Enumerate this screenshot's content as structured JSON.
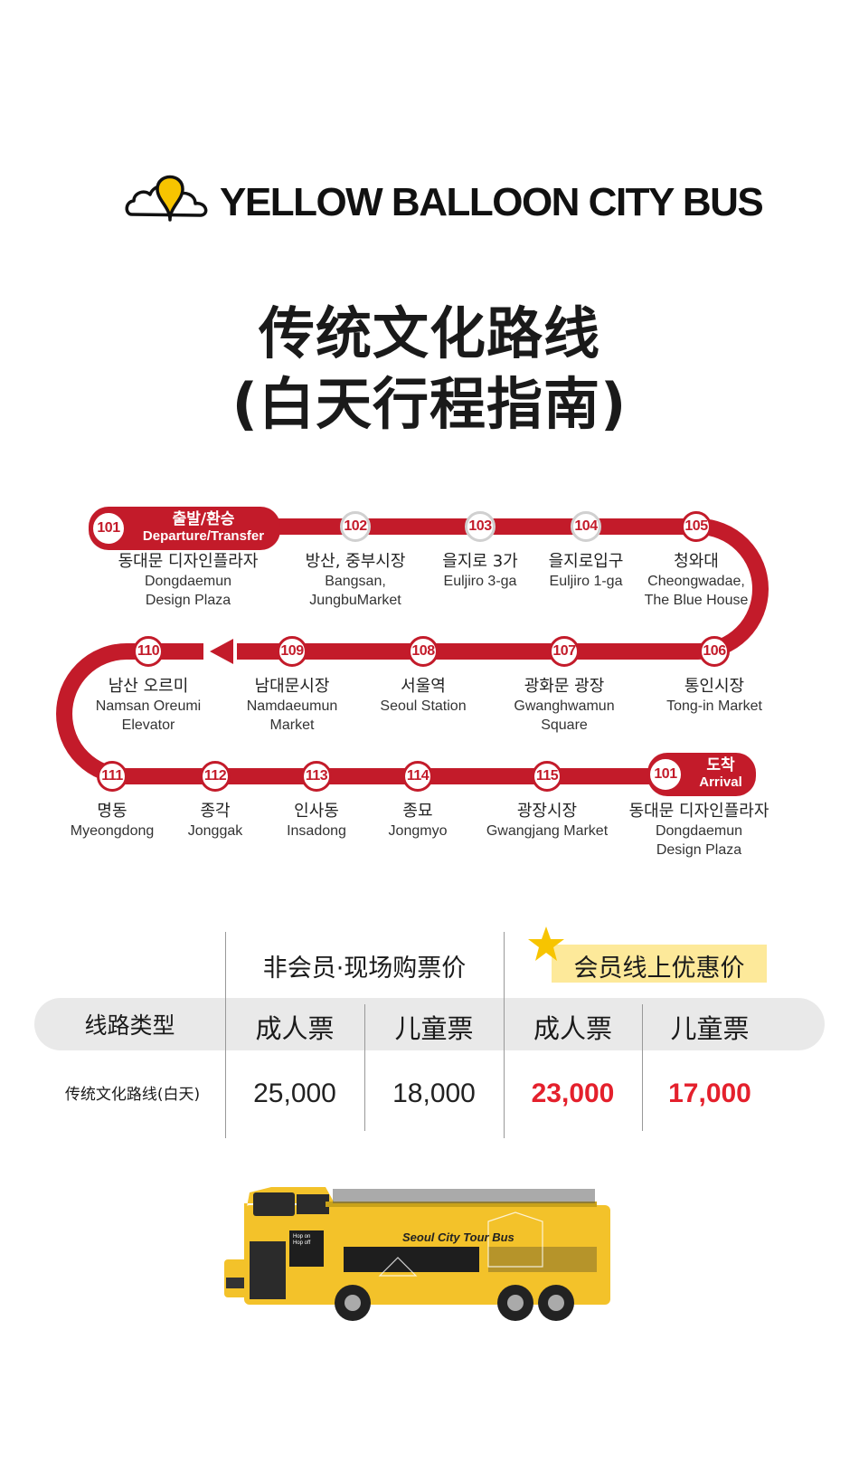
{
  "brand": {
    "name": "YELLOW BALLOON CITY BUS",
    "logo_icon": "balloon-cloud-icon"
  },
  "title": {
    "line1": "传统文化路线",
    "line2": "(白天行程指南)"
  },
  "route": {
    "start_badge": {
      "number": "101",
      "ko": "출발/환승",
      "en": "Departure/Transfer"
    },
    "end_badge": {
      "number": "101",
      "ko": "도착",
      "en": "Arrival"
    },
    "stops": [
      {
        "number": "101",
        "ko": "동대문 디자인플라자",
        "en1": "Dongdaemun",
        "en2": "Design Plaza"
      },
      {
        "number": "102",
        "ko": "방산, 중부시장",
        "en1": "Bangsan,",
        "en2": "JungbuMarket"
      },
      {
        "number": "103",
        "ko": "을지로 3가",
        "en1": "Euljiro 3-ga",
        "en2": ""
      },
      {
        "number": "104",
        "ko": "을지로입구",
        "en1": "Euljiro 1-ga",
        "en2": ""
      },
      {
        "number": "105",
        "ko": "청와대",
        "en1": "Cheongwadae,",
        "en2": "The Blue House"
      },
      {
        "number": "106",
        "ko": "통인시장",
        "en1": "Tong-in Market",
        "en2": ""
      },
      {
        "number": "107",
        "ko": "광화문 광장",
        "en1": "Gwanghwamun",
        "en2": "Square"
      },
      {
        "number": "108",
        "ko": "서울역",
        "en1": "Seoul Station",
        "en2": ""
      },
      {
        "number": "109",
        "ko": "남대문시장",
        "en1": "Namdaeumun",
        "en2": "Market"
      },
      {
        "number": "110",
        "ko": "남산 오르미",
        "en1": "Namsan Oreumi",
        "en2": "Elevator"
      },
      {
        "number": "111",
        "ko": "명동",
        "en1": "Myeongdong",
        "en2": ""
      },
      {
        "number": "112",
        "ko": "종각",
        "en1": "Jonggak",
        "en2": ""
      },
      {
        "number": "113",
        "ko": "인사동",
        "en1": "Insadong",
        "en2": ""
      },
      {
        "number": "114",
        "ko": "종묘",
        "en1": "Jongmyo",
        "en2": ""
      },
      {
        "number": "115",
        "ko": "광장시장",
        "en1": "Gwangjang Market",
        "en2": ""
      },
      {
        "number": "101",
        "ko": "동대문 디자인플라자",
        "en1": "Dongdaemun",
        "en2": "Design Plaza"
      }
    ],
    "colors": {
      "line": "#c31b2a",
      "inactive_ring": "#d0d0d0"
    }
  },
  "pricing": {
    "group_nonmember": "非会员·现场购票价",
    "group_member": "会员线上优惠价",
    "star_icon": "star-icon",
    "col_route_type": "线路类型",
    "col_adult": "成人票",
    "col_child": "儿童票",
    "row": {
      "name": "传统文化路线(白天)",
      "nonmember_adult": "25,000",
      "nonmember_child": "18,000",
      "member_adult": "23,000",
      "member_child": "17,000"
    },
    "colors": {
      "member_price": "#e4202c",
      "member_highlight": "#fde99a"
    }
  },
  "bus": {
    "side_text": "Seoul City Tour Bus",
    "door_text_1": "Hop on",
    "door_text_2": "Hop off",
    "icon": "double-decker-bus-illustration"
  }
}
